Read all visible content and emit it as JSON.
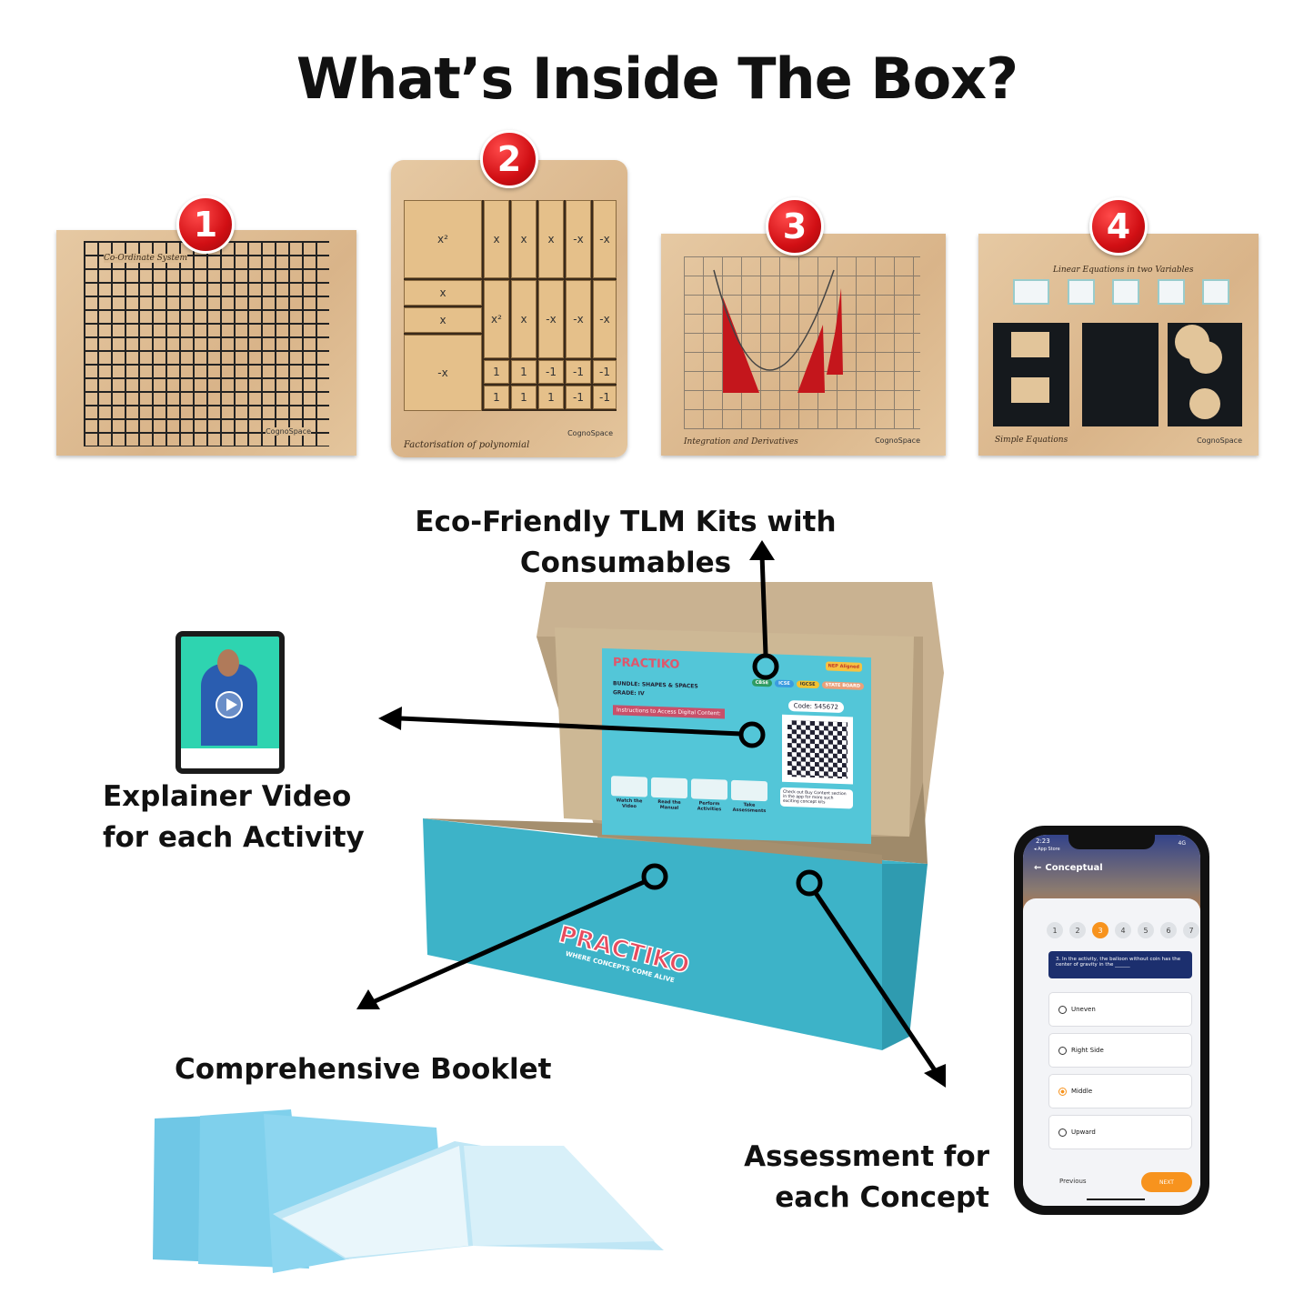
{
  "title": "What’s Inside The Box?",
  "kits": [
    {
      "number": "1",
      "label": "Co-Ordinate System",
      "brand": "CognoSpace"
    },
    {
      "number": "2",
      "label": "Factorisation of polynomial",
      "brand": "CognoSpace",
      "tiles": [
        "x²",
        "x",
        "x",
        "x",
        "-x",
        "-x",
        "x",
        "x",
        "x²",
        "x",
        "-x",
        "-x",
        "-x",
        "-x",
        "1",
        "1",
        "-1",
        "-1",
        "-1",
        "1",
        "1",
        "1",
        "-1",
        "-1"
      ]
    },
    {
      "number": "3",
      "label": "Integration and Derivatives",
      "brand": "CognoSpace"
    },
    {
      "number": "4",
      "label": "Linear Equations in two Variables",
      "sublabel": "Simple Equations",
      "brand": "CognoSpace"
    }
  ],
  "captions": {
    "tlm": "Eco-Friendly TLM Kits with Consumables",
    "video_line1": "Explainer Video",
    "video_line2": "for each Activity",
    "booklet": "Comprehensive Booklet",
    "assess_line1": "Assessment for",
    "assess_line2": "each Concept"
  },
  "box": {
    "brand": "PRACTIKO",
    "tagline": "WHERE CONCEPTS COME ALIVE",
    "bundle": "BUNDLE: SHAPES & SPACES",
    "grade": "GRADE: IV",
    "instructions": "Instructions to Access Digital Content:",
    "code": "Code: 545672",
    "boards": [
      "CBSE",
      "ICSE",
      "IGCSE",
      "STATE BOARD"
    ],
    "nep": "NEP Aligned",
    "steps": [
      "Watch the Video",
      "Read the Manual",
      "Perform Activities",
      "Take Assessments"
    ],
    "buy_note": "Check out Buy Content section in the app for more such exciting concept kits"
  },
  "phone": {
    "time": "2:23",
    "back_app": "◂ App Store",
    "network": "4G",
    "header": "Conceptual",
    "steps": [
      "1",
      "2",
      "3",
      "4",
      "5",
      "6",
      "7"
    ],
    "active_step": "3",
    "question": "3. In the activity, the balloon without coin has the center of gravity in the ______",
    "options": [
      "Uneven",
      "Right Side",
      "Middle",
      "Upward"
    ],
    "selected": "Middle",
    "previous": "Previous",
    "next": "NEXT"
  },
  "colors": {
    "badge": "#d10f14",
    "teal": "#3fb7cc",
    "orange": "#f7931e",
    "navy": "#1c2f6e"
  }
}
